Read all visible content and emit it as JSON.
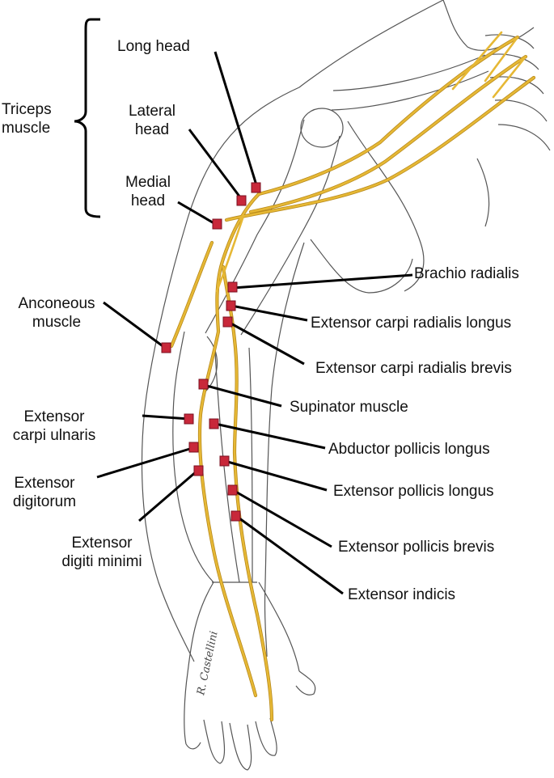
{
  "group": {
    "label_line1": "Triceps",
    "label_line2": "muscle"
  },
  "labels": {
    "long_head": "Long head",
    "lateral_head_1": "Lateral",
    "lateral_head_2": "head",
    "medial_head_1": "Medial",
    "medial_head_2": "head",
    "anconeous_1": "Anconeous",
    "anconeous_2": "muscle",
    "ext_carpi_ulnaris_1": "Extensor",
    "ext_carpi_ulnaris_2": "carpi ulnaris",
    "ext_digitorum_1": "Extensor",
    "ext_digitorum_2": "digitorum",
    "ext_digiti_minimi_1": "Extensor",
    "ext_digiti_minimi_2": "digiti minimi",
    "brachio_radialis": "Brachio radialis",
    "ext_carpi_rad_longus": "Extensor carpi radialis longus",
    "ext_carpi_rad_brevis": "Extensor carpi radialis brevis",
    "supinator": "Supinator muscle",
    "abductor_pollicis_longus": "Abductor pollicis longus",
    "ext_pollicis_longus": "Extensor pollicis longus",
    "ext_pollicis_brevis": "Extensor pollicis brevis",
    "ext_indicis": "Extensor indicis"
  },
  "signature": "R. Castellini",
  "colors": {
    "nerve": "#e6b835",
    "nerve_edge": "#b88a1c",
    "marker": "#c8283a",
    "outline": "#555555",
    "leader": "#000000"
  }
}
